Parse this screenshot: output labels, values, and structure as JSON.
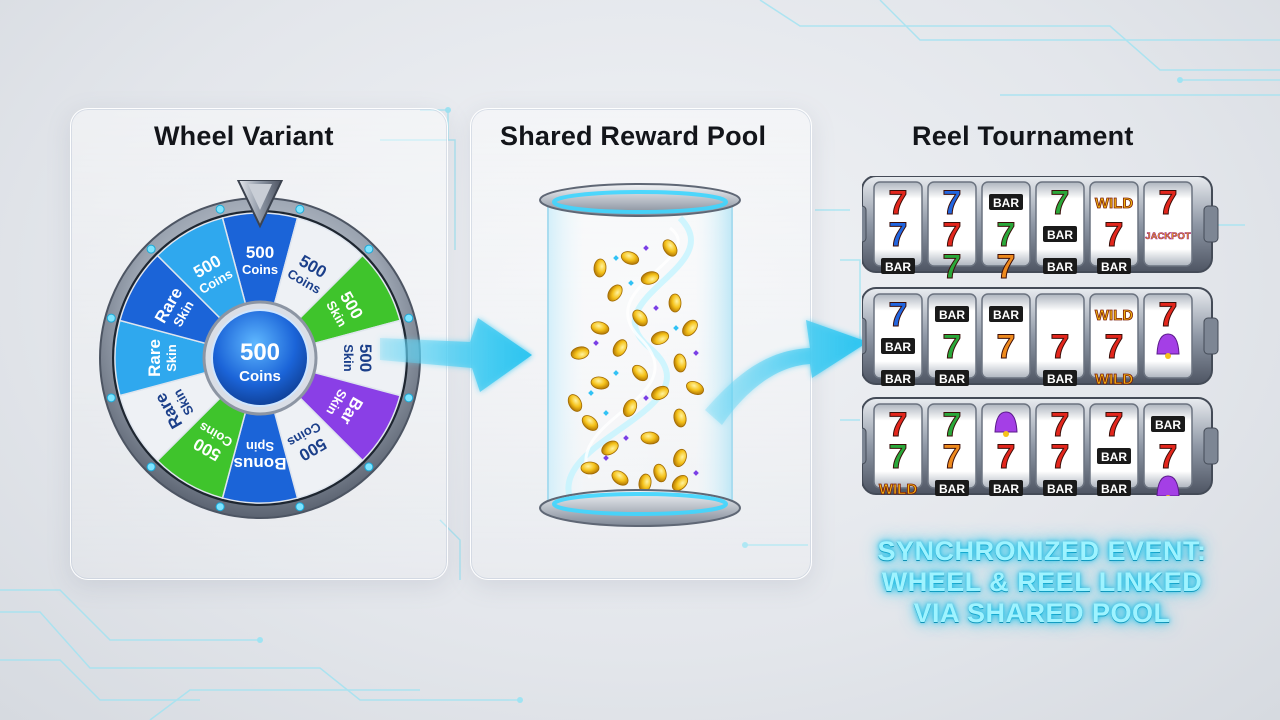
{
  "panels": {
    "wheel": {
      "title": "Wheel Variant"
    },
    "pool": {
      "title": "Shared Reward Pool"
    },
    "reels": {
      "title": "Reel Tournament"
    }
  },
  "wheel": {
    "hub_line1": "500",
    "hub_line2": "Coins",
    "segments": [
      {
        "line1": "500",
        "line2": "Coins",
        "color": "#1b64d8"
      },
      {
        "line1": "500",
        "line2": "Coins",
        "color": "#eef1f5"
      },
      {
        "line1": "500",
        "line2": "Skin",
        "color": "#3fc42c"
      },
      {
        "line1": "500",
        "line2": "Skin",
        "color": "#eef1f5"
      },
      {
        "line1": "Bar",
        "line2": "Skin",
        "color": "#8a3fe6"
      },
      {
        "line1": "500",
        "line2": "Coins",
        "color": "#eef1f5"
      },
      {
        "line1": "Bonus",
        "line2": "Spin",
        "color": "#1b64d8"
      },
      {
        "line1": "500",
        "line2": "Coins",
        "color": "#3fc42c"
      },
      {
        "line1": "Rare",
        "line2": "Skin",
        "color": "#eef1f5"
      },
      {
        "line1": "Rare",
        "line2": "Skin",
        "color": "#2fa8ee"
      },
      {
        "line1": "Rare",
        "line2": "Skin",
        "color": "#1b64d8"
      },
      {
        "line1": "500",
        "line2": "Coins",
        "color": "#2fa8ee"
      }
    ]
  },
  "reels": {
    "rows": [
      [
        [
          "7",
          "7",
          "BAR"
        ],
        [
          "7",
          "7",
          "7"
        ],
        [
          "BAR",
          "7",
          "7"
        ],
        [
          "7",
          "BAR",
          "BAR"
        ],
        [
          "WILD",
          "7",
          "BAR"
        ],
        [
          "7",
          "JACKPOT",
          ""
        ]
      ],
      [
        [
          "7",
          "BAR",
          "BAR"
        ],
        [
          "BAR",
          "7",
          "BAR"
        ],
        [
          "BAR",
          "7",
          ""
        ],
        [
          "",
          "7",
          "BAR"
        ],
        [
          "WILD",
          "7",
          "WILD"
        ],
        [
          "7",
          "BELL",
          ""
        ]
      ],
      [
        [
          "7",
          "7",
          "WILD"
        ],
        [
          "7",
          "7",
          "BAR"
        ],
        [
          "BELL",
          "7",
          "BAR"
        ],
        [
          "7",
          "7",
          "BAR"
        ],
        [
          "7",
          "BAR",
          "BAR"
        ],
        [
          "BAR",
          "7",
          "BELL"
        ]
      ]
    ]
  },
  "event": {
    "line1": "SYNCHRONIZED EVENT:",
    "line2": "WHEEL & REEL LINKED",
    "line3": "VIA SHARED POOL"
  },
  "colors": {
    "accent_cyan": "#24c8ee",
    "wheel_blue": "#1b64d8",
    "wheel_light_blue": "#2fa8ee",
    "wheel_green": "#3fc42c",
    "wheel_purple": "#8a3fe6",
    "seven_red": "#e3261c",
    "seven_blue": "#2266e0",
    "seven_green": "#2aa83a",
    "seven_orange": "#ee8a1e",
    "wild_gold": "#f2b410"
  }
}
